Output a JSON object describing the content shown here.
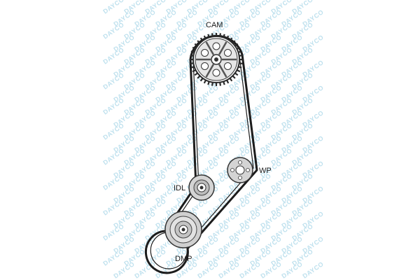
{
  "watermark": {
    "text": "DAYCO",
    "color": "#bfe1ee"
  },
  "diagram": {
    "belt_color": "#1c1c1c",
    "pulley_fill": "#dcdcdc",
    "pulley_dark": "#2a2a2a",
    "labels": {
      "cam": "CAM",
      "wp": "WP",
      "idl": "IDL",
      "dmp": "DMP"
    }
  }
}
